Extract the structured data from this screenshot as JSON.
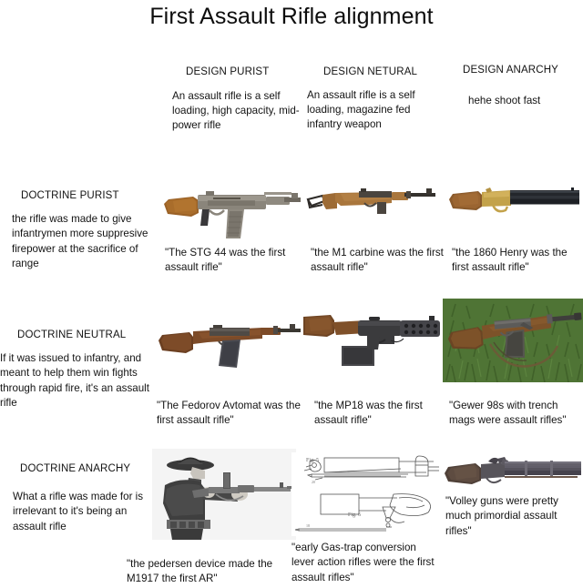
{
  "title": "First Assault Rifle alignment",
  "columns": [
    {
      "id": "design-purist",
      "head": "DESIGN PURIST",
      "desc": "An assault rifle is a self loading, high capacity, mid-power rifle"
    },
    {
      "id": "design-netural",
      "head": "DESIGN NETURAL",
      "desc": "An assault rifle is a self loading, magazine fed infantry weapon"
    },
    {
      "id": "design-anarchy",
      "head": "DESIGN ANARCHY",
      "desc": "hehe shoot fast"
    }
  ],
  "rows": [
    {
      "id": "doctrine-purist",
      "head": "DOCTRINE PURIST",
      "desc": "the rifle was made to give infantrymen more suppresive firepower at the sacrifice of range"
    },
    {
      "id": "doctrine-neutral",
      "head": "DOCTRINE NEUTRAL",
      "desc": "If it was issued to infantry, and meant to help them win fights through rapid fire, it's an assault rifle"
    },
    {
      "id": "doctrine-anarchy",
      "head": "DOCTRINE ANARCHY",
      "desc": "What a rifle was made for is irrelevant to it's being an assault rifle"
    }
  ],
  "cells": [
    {
      "id": "stg44",
      "image": "stg44-photo",
      "caption": "\"The STG 44 was the first assault rifle\""
    },
    {
      "id": "m1-carbine",
      "image": "m1-carbine-photo",
      "caption": "\"the M1 carbine was the first assault rifle\""
    },
    {
      "id": "henry-1860",
      "image": "henry-1860-photo",
      "caption": "\"the 1860 Henry was the first assault rifle\""
    },
    {
      "id": "fedorov-avtomat",
      "image": "fedorov-avtomat-photo",
      "caption": "\"The Fedorov Avtomat was the first assault rifle\""
    },
    {
      "id": "mp18",
      "image": "mp18-photo",
      "caption": "\"the MP18 was the first assault rifle\""
    },
    {
      "id": "gewehr-98-trench-mag",
      "image": "gewehr98-grass-photo",
      "caption": "\"Gewer 98s with trench mags were assault rifles\""
    },
    {
      "id": "pedersen-device",
      "image": "pedersen-device-photo",
      "caption": "\"the pedersen device made the M1917 the first AR\""
    },
    {
      "id": "gas-trap-lever-action",
      "image": "gas-trap-patent-diagram",
      "caption": "\"early Gas-trap conversion lever action rifles were the first assault rifles\""
    },
    {
      "id": "volley-gun",
      "image": "volley-gun-photo",
      "caption": "\"Volley guns were pretty much primordial assault rifles\""
    }
  ],
  "colors": {
    "background": "#ffffff",
    "text": "#131313",
    "wood": "#8a5a2b",
    "wood_dark": "#5c3a1a",
    "metal": "#8f8a80",
    "metal_dark": "#3a3a3a",
    "brass": "#c3a24a",
    "grass": "#4d7033",
    "bluing": "#23262b"
  }
}
